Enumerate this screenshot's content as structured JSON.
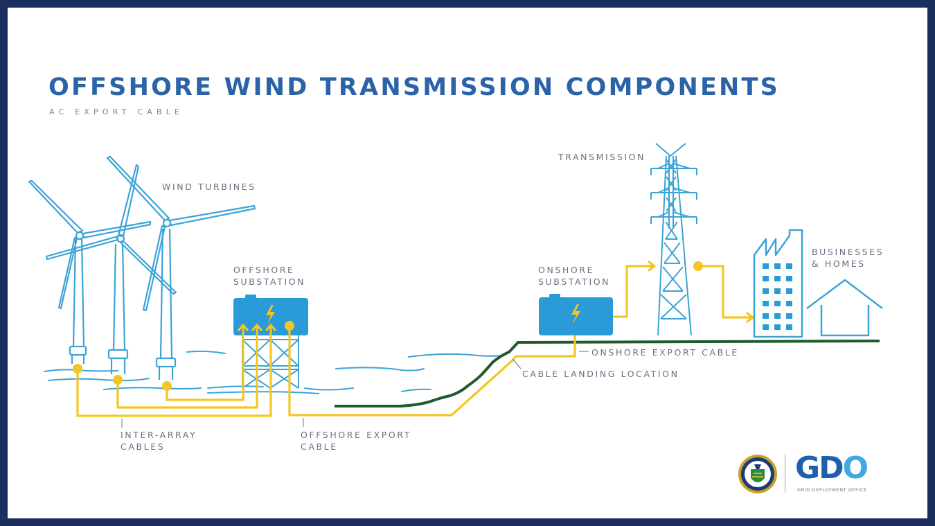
{
  "header": {
    "title": "OFFSHORE WIND TRANSMISSION COMPONENTS",
    "subtitle": "AC EXPORT CABLE"
  },
  "labels": {
    "wind_turbines": "WIND TURBINES",
    "offshore_substation_line1": "OFFSHORE",
    "offshore_substation_line2": "SUBSTATION",
    "inter_array_line1": "INTER-ARRAY",
    "inter_array_line2": "CABLES",
    "offshore_export_line1": "OFFSHORE EXPORT",
    "offshore_export_line2": "CABLE",
    "onshore_substation_line1": "ONSHORE",
    "onshore_substation_line2": "SUBSTATION",
    "transmission": "TRANSMISSION",
    "businesses_line1": "BUSINESSES",
    "businesses_line2": "& HOMES",
    "onshore_export_cable": "ONSHORE EXPORT CABLE",
    "cable_landing_location": "CABLE LANDING LOCATION"
  },
  "logo": {
    "gd": "GD",
    "o": "O",
    "subtitle": "GRID DEPLOYMENT OFFICE",
    "seal_icon": "doe-seal-icon"
  },
  "colors": {
    "frame": "#1b2f5e",
    "title": "#2a63a8",
    "structure_blue": "#3ba3d6",
    "substation_fill": "#2a9ad8",
    "cable_yellow": "#f3c623",
    "ground_green": "#1e5a2e",
    "label_gray": "#6a7080"
  }
}
